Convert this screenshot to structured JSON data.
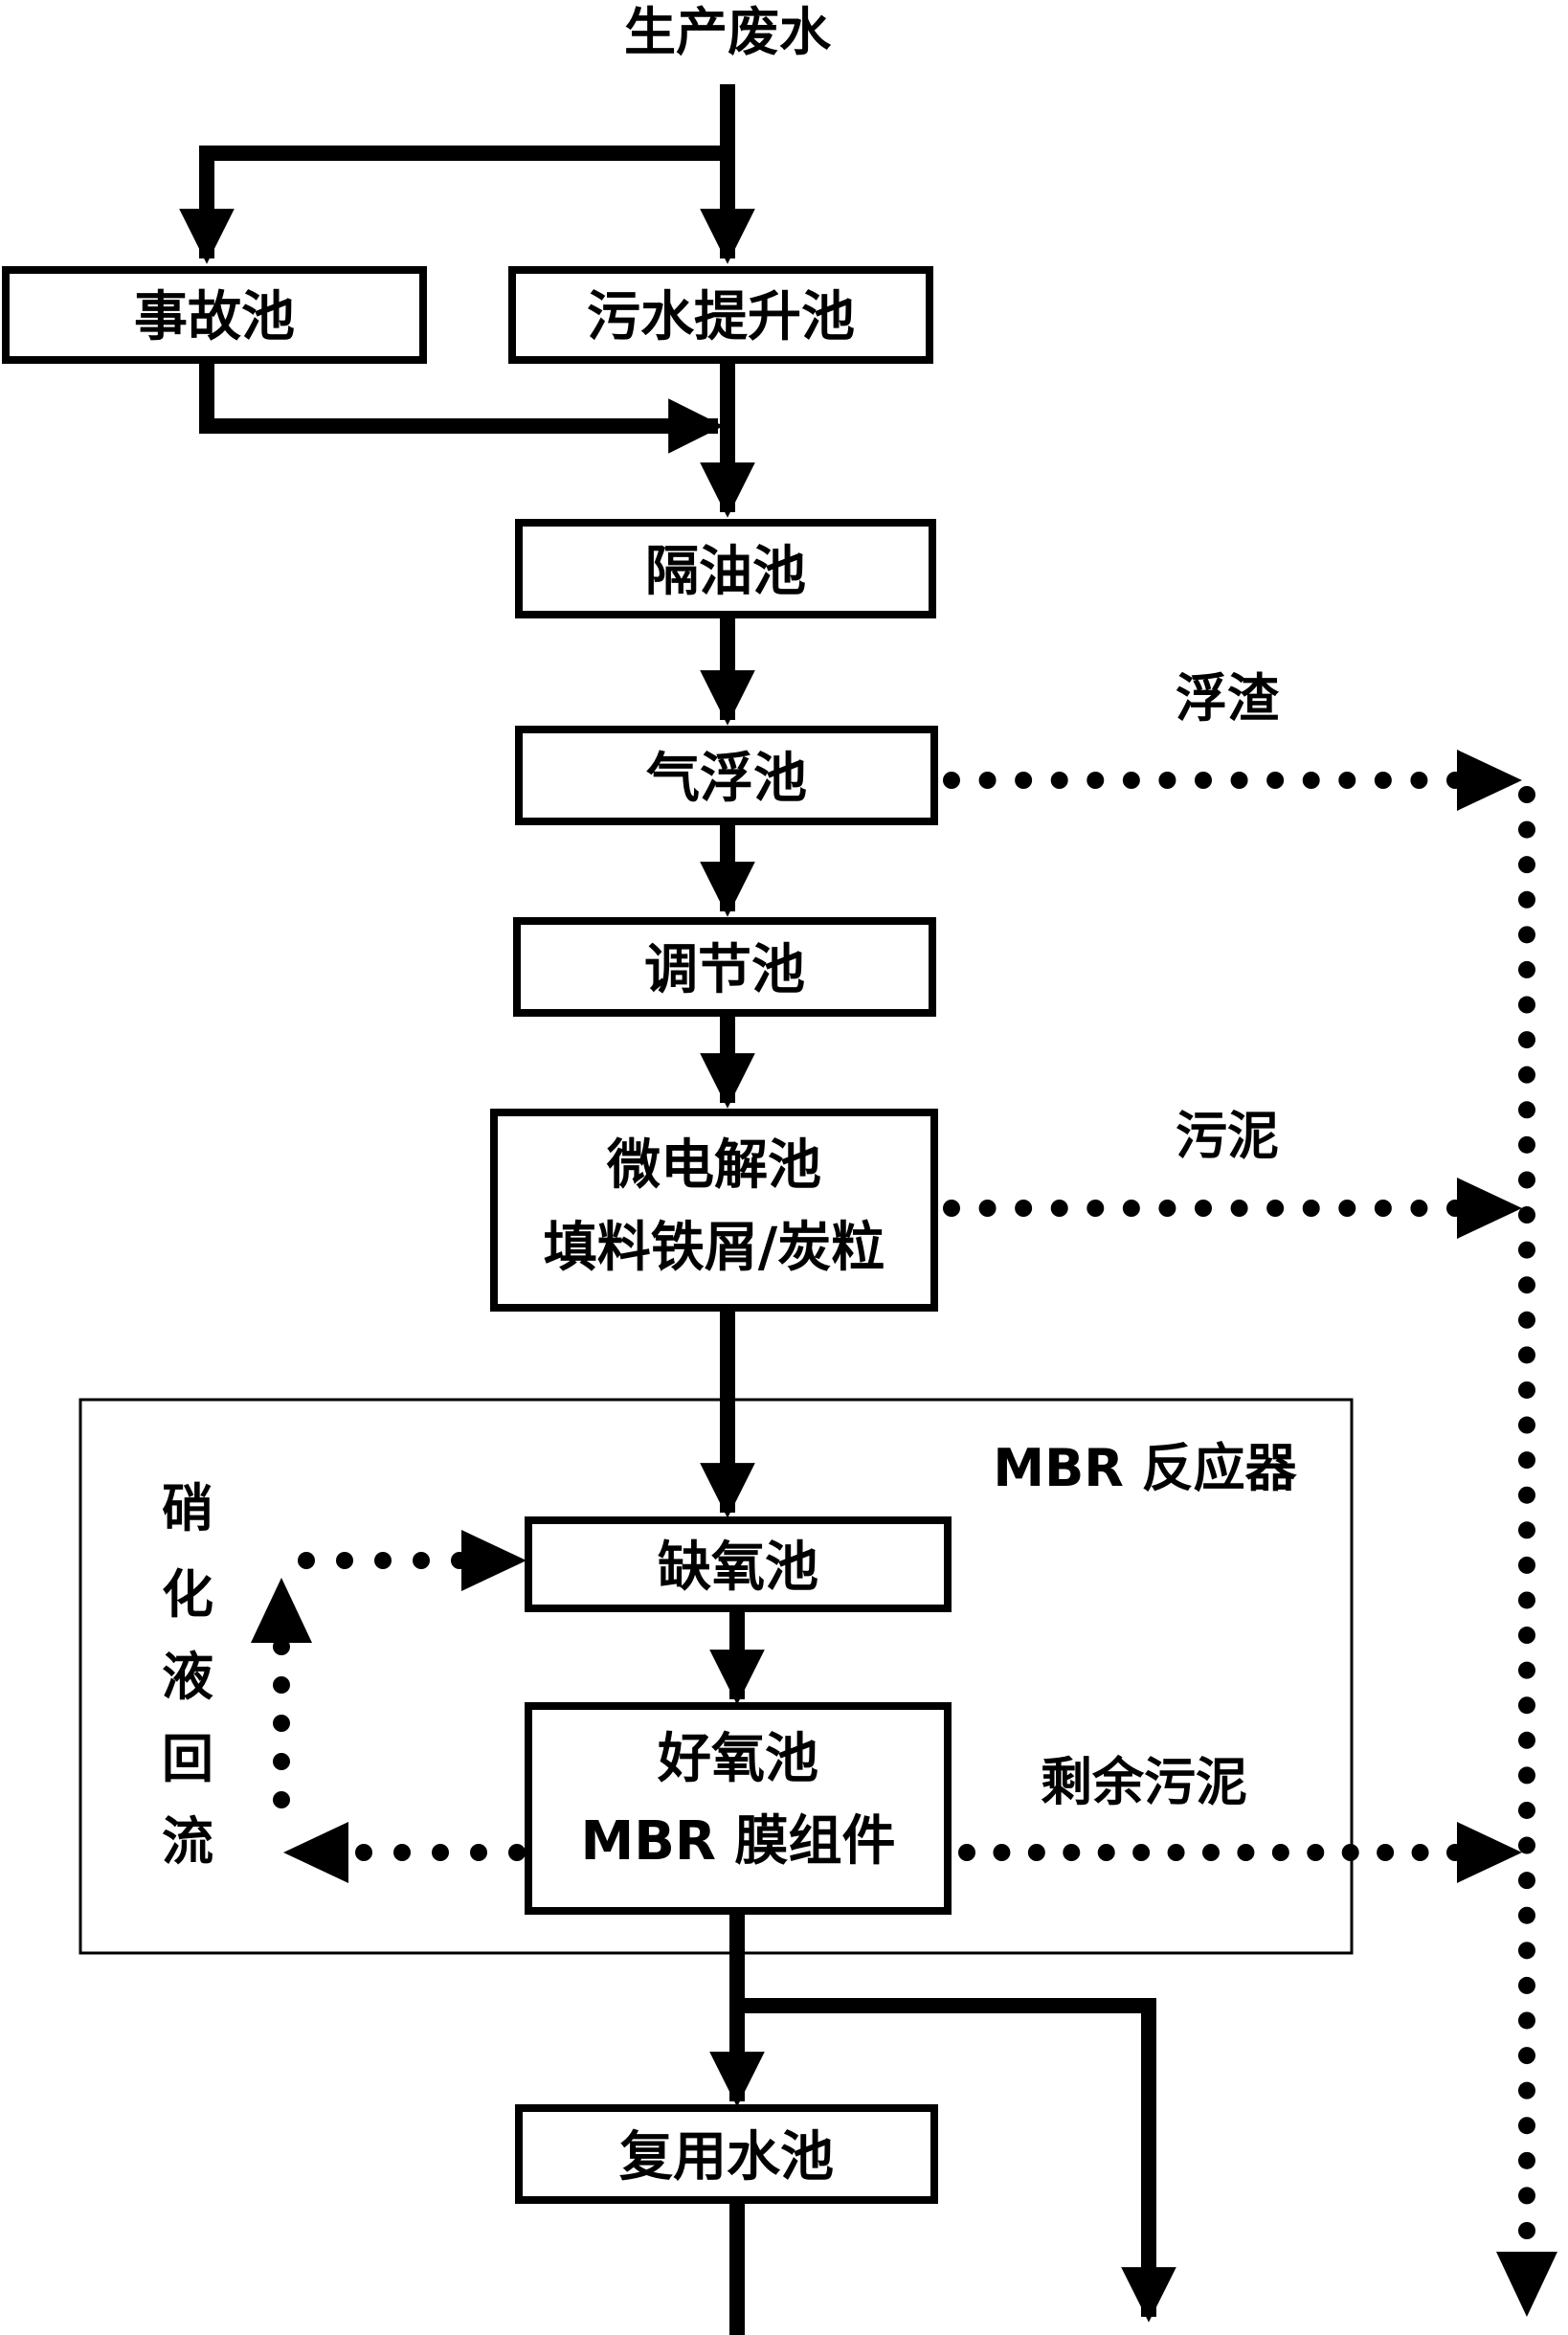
{
  "input_label": "生产废水",
  "nodes": {
    "accident_pool": "事故池",
    "lift_pool": "污水提升池",
    "oil_separator": "隔油池",
    "air_flotation": "气浮池",
    "equalization": "调节池",
    "micro_electrolysis": [
      "微电解池",
      "填料铁屑/炭粒"
    ],
    "anoxic": "缺氧池",
    "aerobic": [
      "好氧池",
      "MBR 膜组件"
    ],
    "reuse_pool": "复用水池"
  },
  "mbr_label": "MBR 反应器",
  "side_labels": {
    "scum": "浮渣",
    "sludge": "污泥",
    "excess_sludge": "剩余污泥",
    "nitrification_reflux": [
      "硝",
      "化",
      "液",
      "回",
      "流"
    ]
  }
}
